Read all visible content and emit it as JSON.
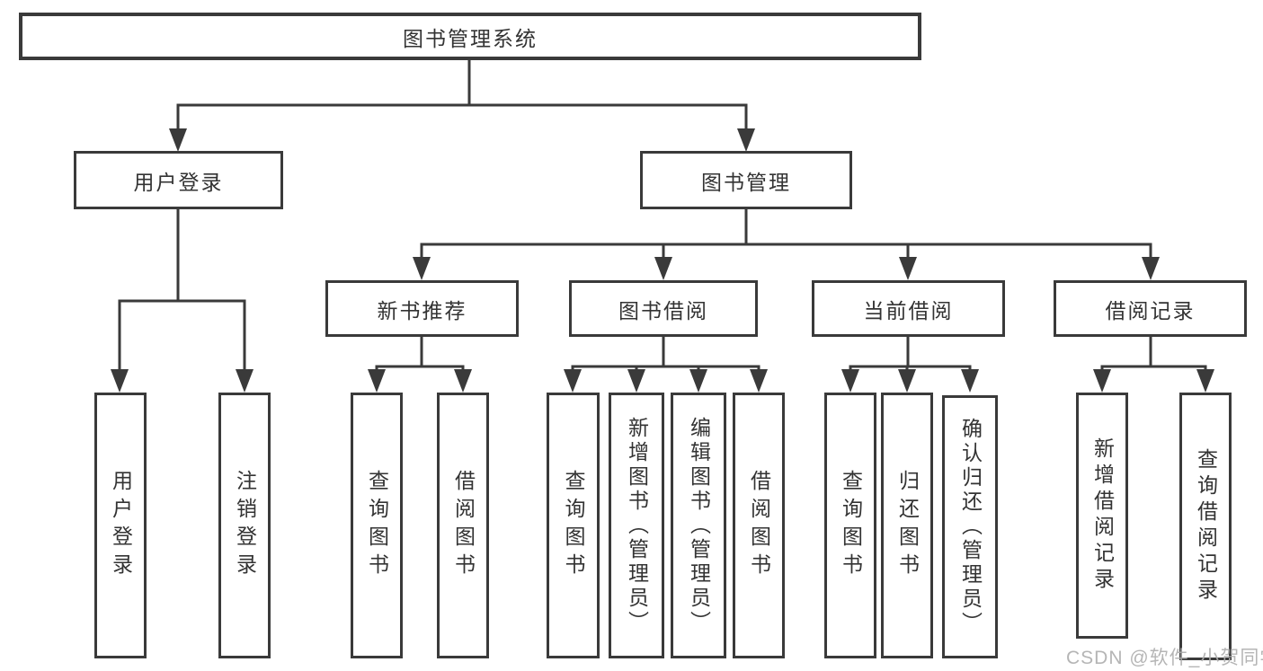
{
  "title": "图书管理系统",
  "level2": {
    "user_login": "用户登录",
    "book_mgmt": "图书管理"
  },
  "level3": {
    "new_books": "新书推荐",
    "borrowing": "图书借阅",
    "current": "当前借阅",
    "records": "借阅记录"
  },
  "leaves": {
    "user_login": [
      "用户登录",
      "注销登录"
    ],
    "new_books": [
      "查询图书",
      "借阅图书"
    ],
    "borrowing": [
      "查询图书",
      "新增图书（管理员）",
      "编辑图书（管理员）",
      "借阅图书"
    ],
    "current": [
      "查询图书",
      "归还图书",
      "确认归还（管理员）"
    ],
    "records": [
      "新增借阅记录",
      "查询借阅记录"
    ]
  },
  "watermark": "CSDN @软件_小贺同学",
  "colors": {
    "line": "#3a3a3a",
    "text": "#333333",
    "background": "#ffffff",
    "watermark": "#aeaeae"
  }
}
